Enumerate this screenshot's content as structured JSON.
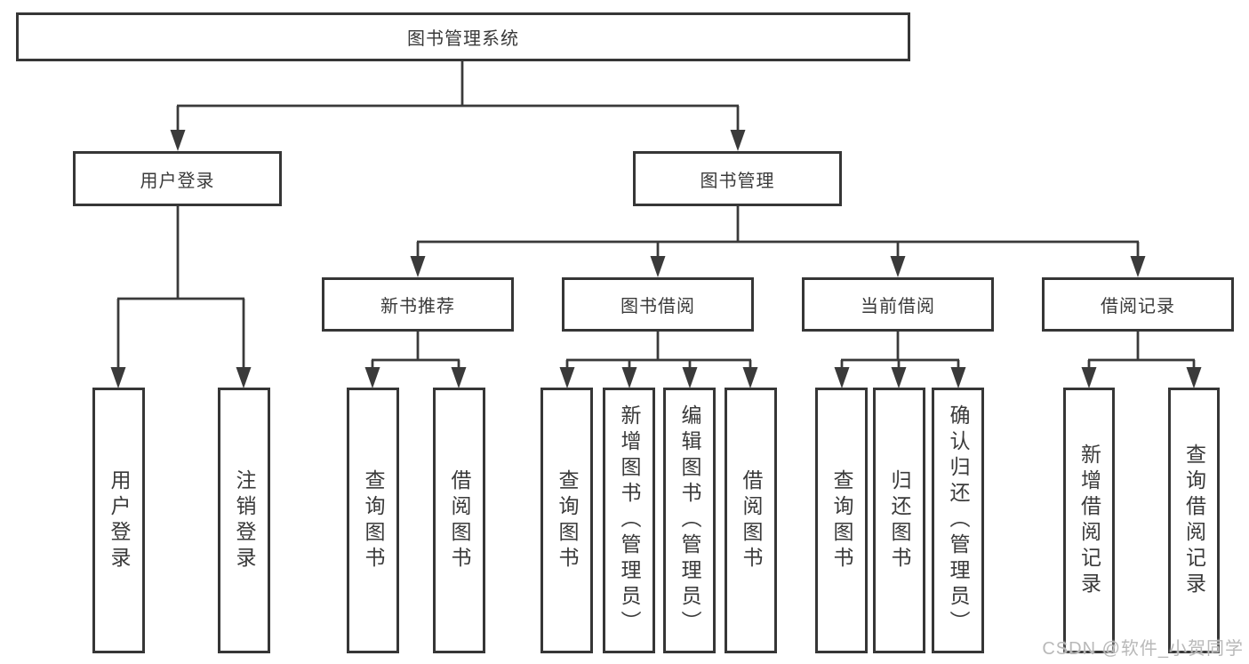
{
  "diagram": {
    "title": "图书管理系统",
    "type": "hierarchy-tree",
    "colors": {
      "line": "#3a3a3a",
      "box_border": "#363636",
      "box_fill": "#ffffff",
      "text": "#3a3a3a",
      "watermark": "#b9b9b9",
      "background": "#ffffff"
    },
    "tree": {
      "label": "图书管理系统",
      "children": [
        {
          "label": "用户登录",
          "children": [
            {
              "label": "用户登录"
            },
            {
              "label": "注销登录"
            }
          ]
        },
        {
          "label": "图书管理",
          "children": [
            {
              "label": "新书推荐",
              "children": [
                {
                  "label": "查询图书"
                },
                {
                  "label": "借阅图书"
                }
              ]
            },
            {
              "label": "图书借阅",
              "children": [
                {
                  "label": "查询图书"
                },
                {
                  "label": "新增图书（管理员）"
                },
                {
                  "label": "编辑图书（管理员）"
                },
                {
                  "label": "借阅图书"
                }
              ]
            },
            {
              "label": "当前借阅",
              "children": [
                {
                  "label": "查询图书"
                },
                {
                  "label": "归还图书"
                },
                {
                  "label": "确认归还（管理员）"
                }
              ]
            },
            {
              "label": "借阅记录",
              "children": [
                {
                  "label": "新增借阅记录"
                },
                {
                  "label": "查询借阅记录"
                }
              ]
            }
          ]
        }
      ]
    },
    "watermark": "CSDN @软件_小贺同学"
  }
}
